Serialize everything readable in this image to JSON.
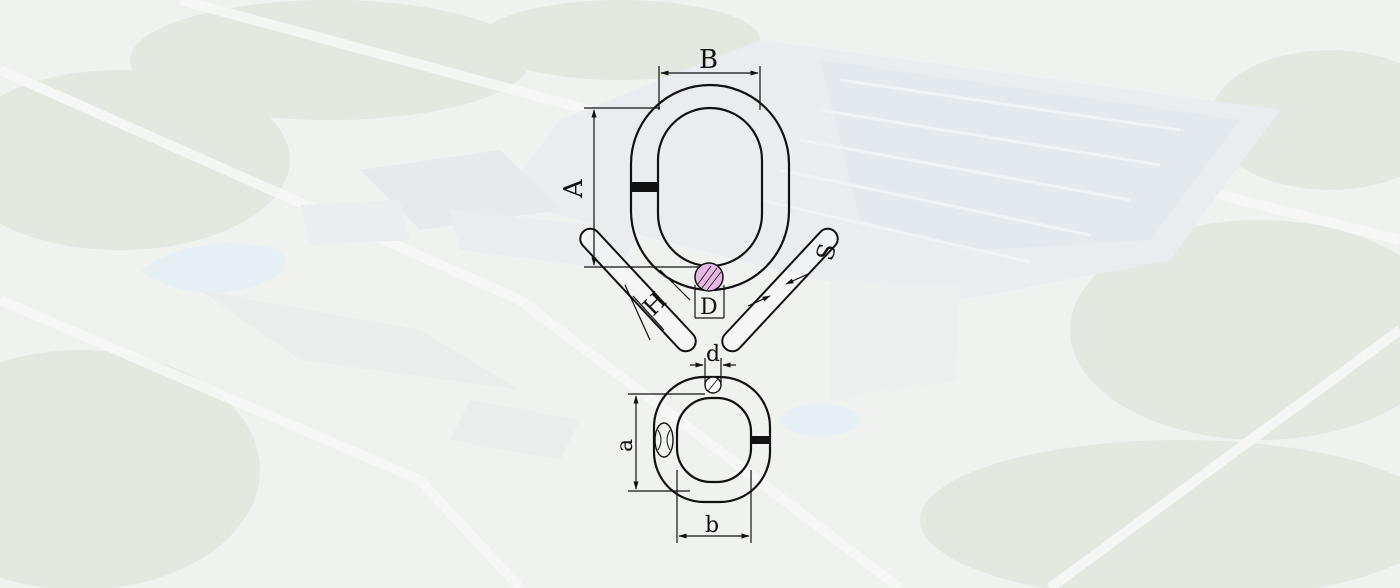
{
  "diagram": {
    "labels": {
      "B": "B",
      "A": "A",
      "S": "S",
      "H": "H",
      "D": "D",
      "d": "d",
      "a": "a",
      "b": "b"
    }
  },
  "colors": {
    "line": "#111111",
    "section_fill": "#e7b8e4",
    "backdrop_green": "#cfd9cc",
    "backdrop_roof": "#dfe6ea"
  }
}
